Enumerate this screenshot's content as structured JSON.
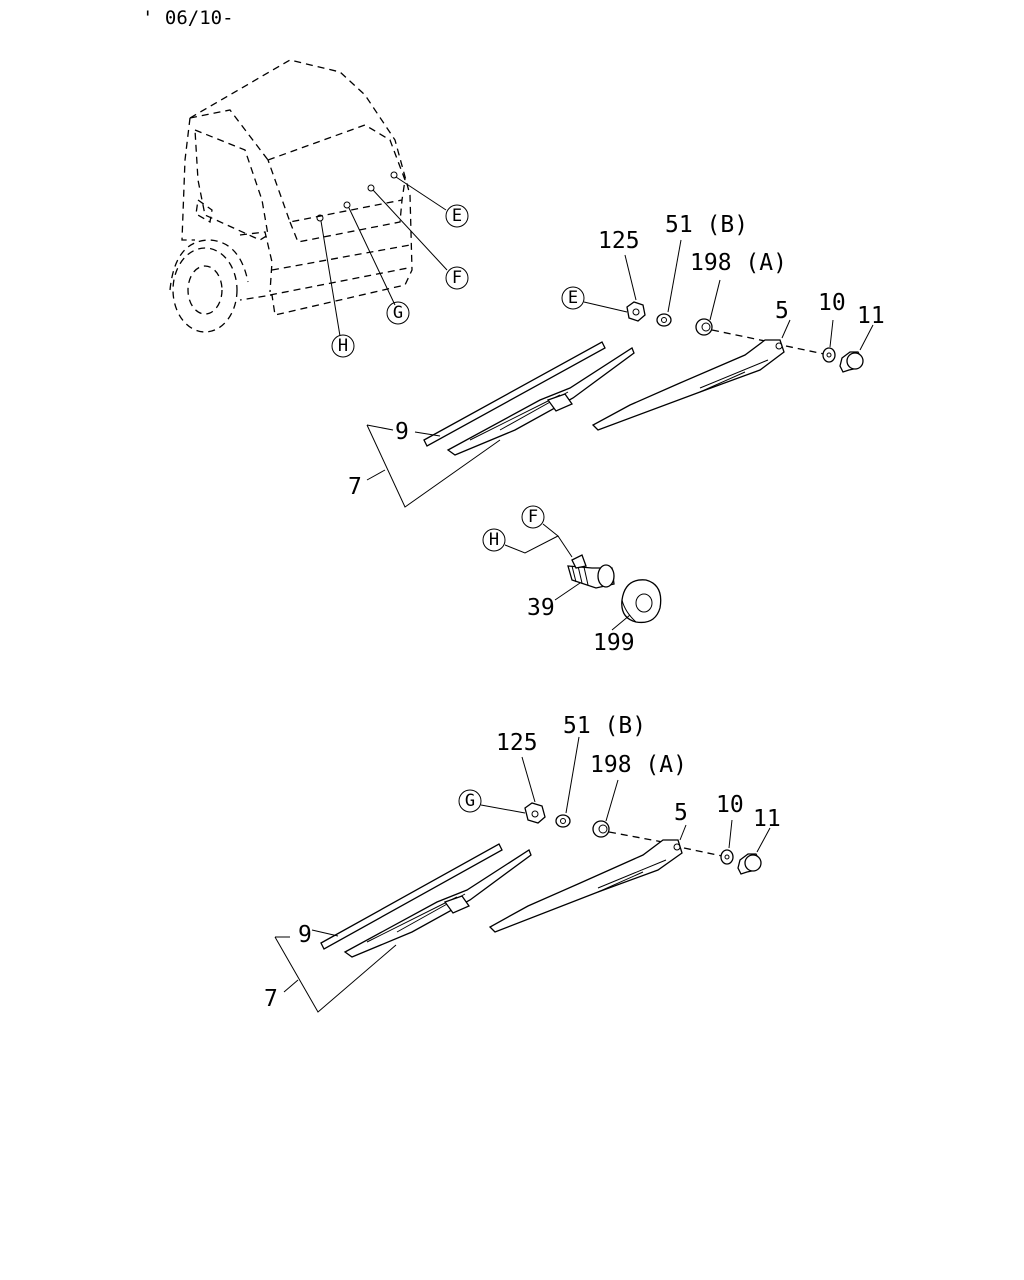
{
  "header": {
    "date_code": "' 06/10-"
  },
  "truck_callouts": [
    "E",
    "F",
    "G",
    "H"
  ],
  "assembly_upper": {
    "ref_circle": "E",
    "labels": {
      "p125": "125",
      "p51": "51 (B)",
      "p198": "198 (A)",
      "p5": "5",
      "p10": "10",
      "p11": "11",
      "p9": "9",
      "p7": "7"
    }
  },
  "motor_assembly": {
    "ref_circles": [
      "F",
      "H"
    ],
    "labels": {
      "p39": "39",
      "p199": "199"
    }
  },
  "assembly_lower": {
    "ref_circle": "G",
    "labels": {
      "p125": "125",
      "p51": "51 (B)",
      "p198": "198 (A)",
      "p5": "5",
      "p10": "10",
      "p11": "11",
      "p9": "9",
      "p7": "7"
    }
  }
}
